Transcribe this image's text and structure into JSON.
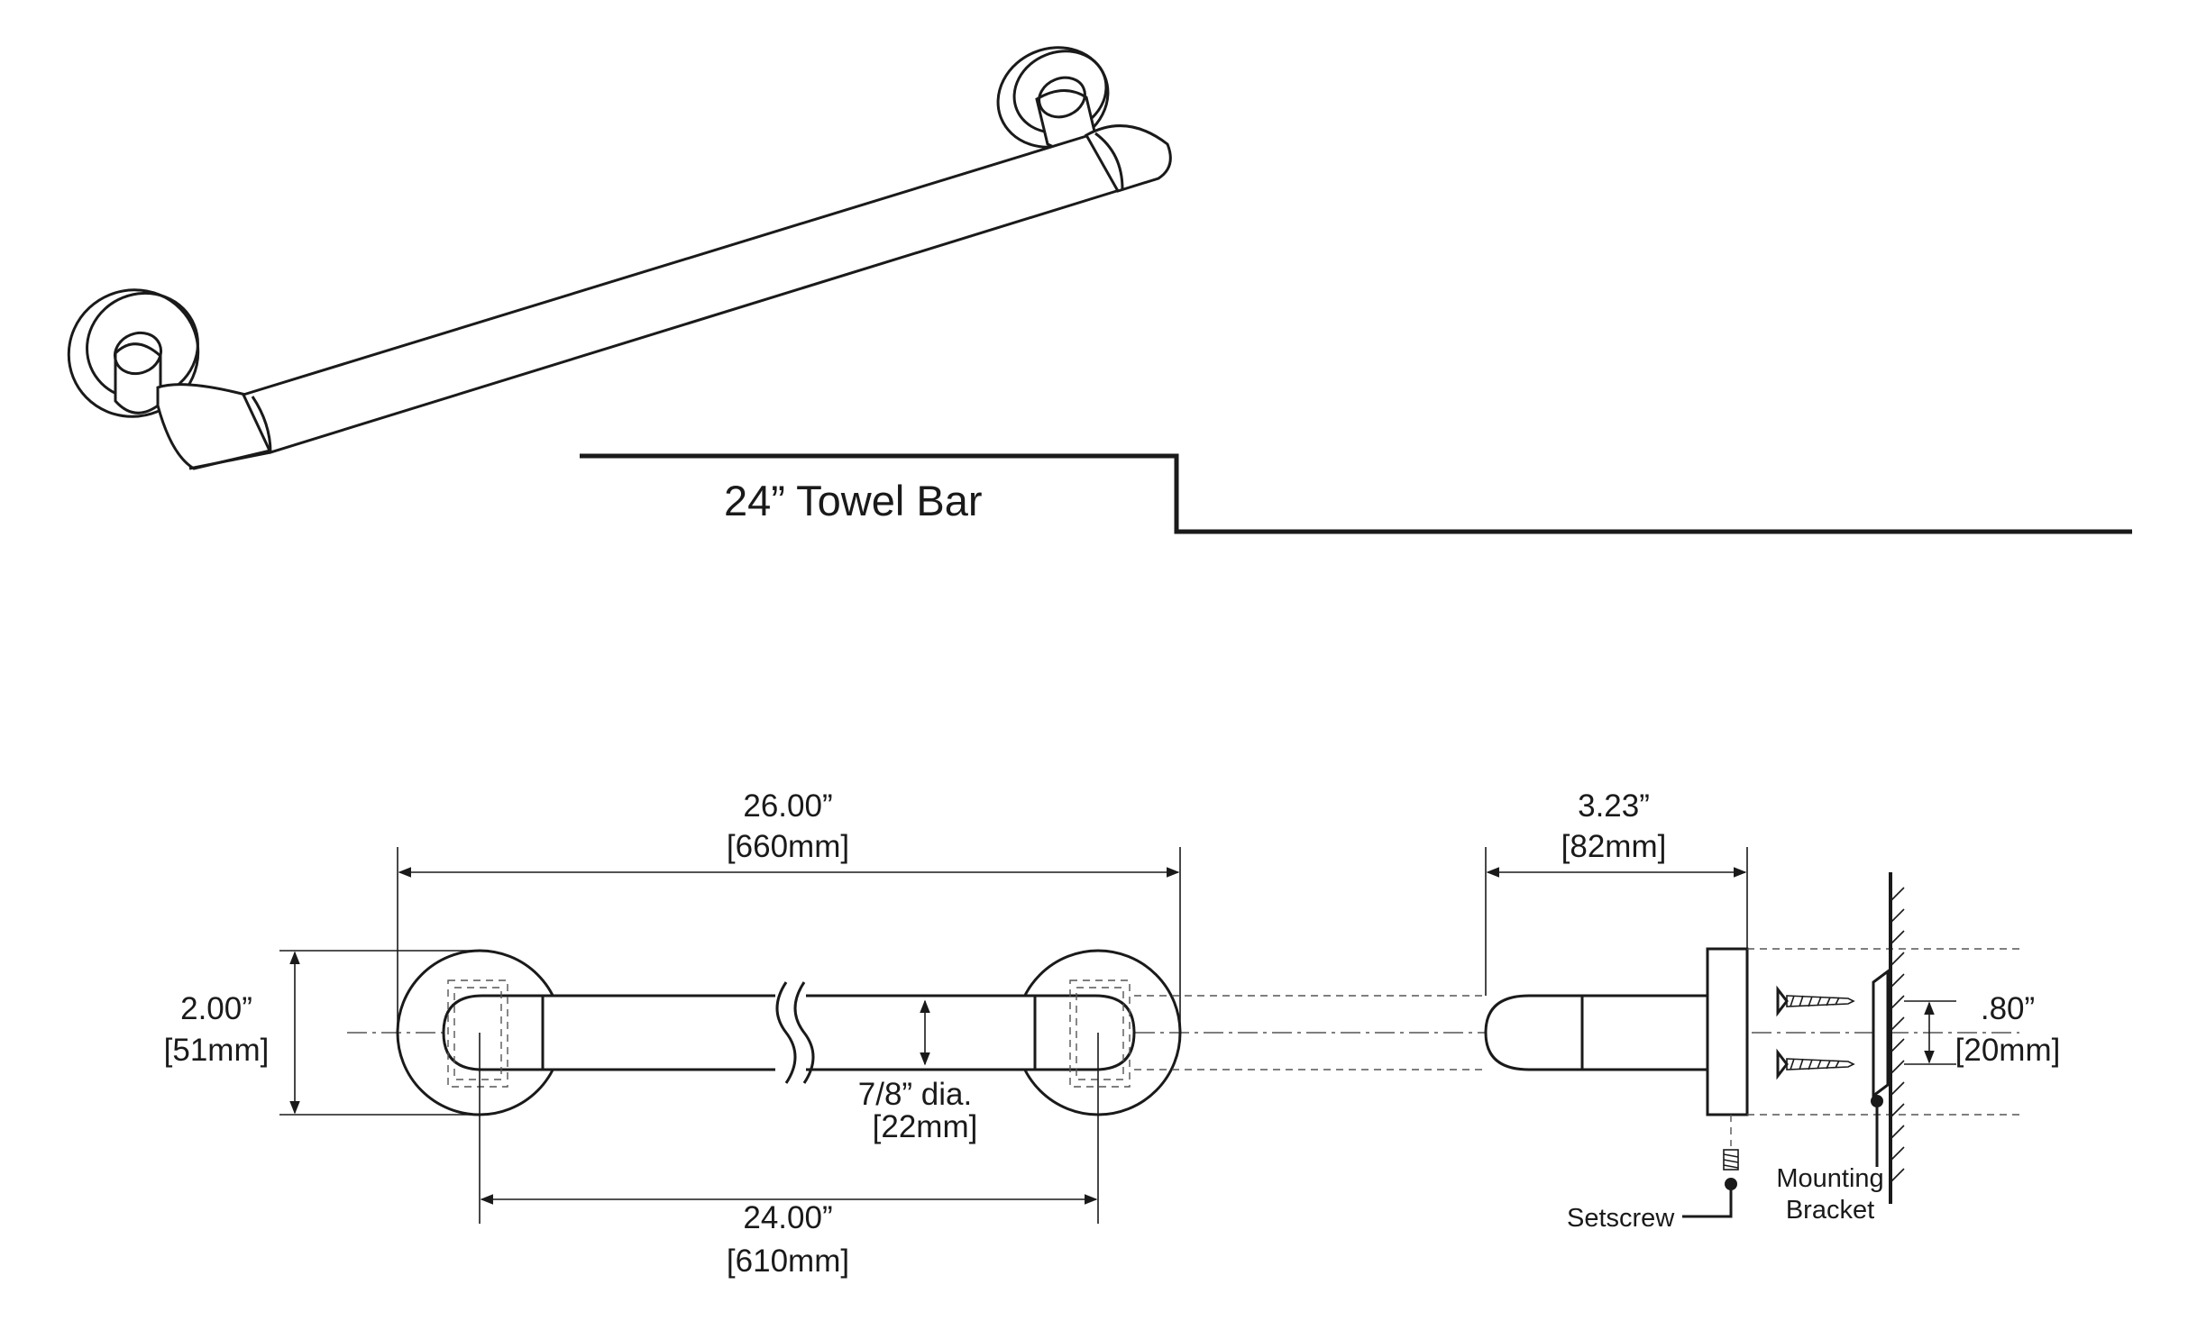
{
  "title": "24”  Towel Bar",
  "dimensions": {
    "overall_length": {
      "inches": "26.00”",
      "mm": "[660mm]"
    },
    "center_to_center": {
      "inches": "24.00”",
      "mm": "[610mm]"
    },
    "flange_diameter": {
      "inches": "2.00”",
      "mm": "[51mm]"
    },
    "bar_diameter": {
      "inches": "7/8” dia.",
      "mm": "[22mm]"
    },
    "projection": {
      "inches": "3.23”",
      "mm": "[82mm]"
    },
    "screw_spacing": {
      "inches": ".80”",
      "mm": "[20mm]"
    }
  },
  "callouts": {
    "setscrew": "Setscrew",
    "bracket_line1": "Mounting",
    "bracket_line2": "Bracket"
  }
}
